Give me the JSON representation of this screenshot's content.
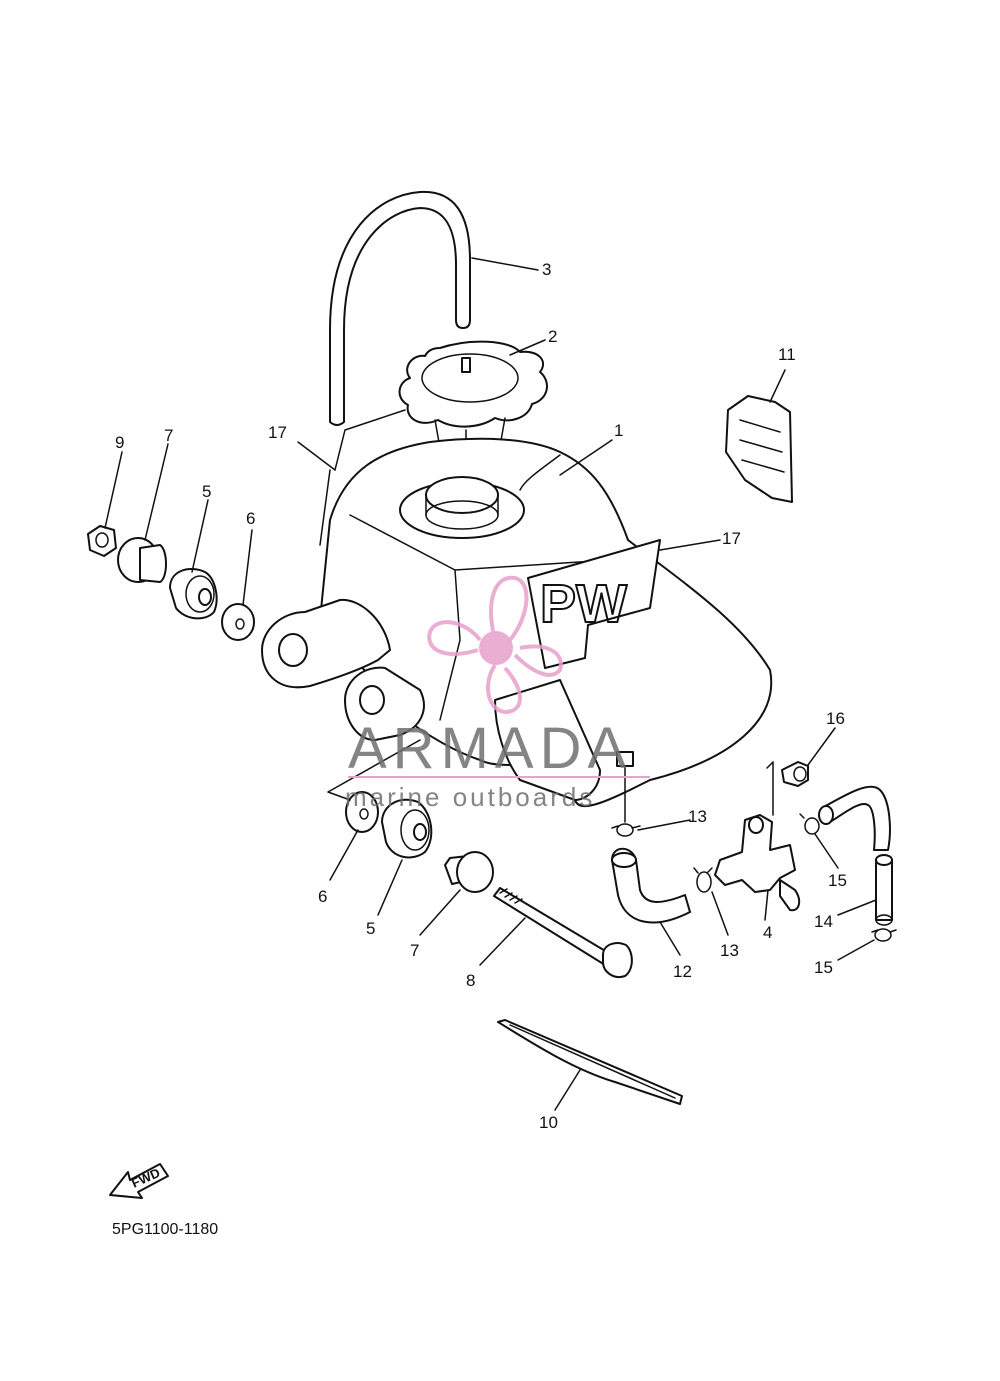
{
  "diagram": {
    "code": "5PG1100-1180",
    "callouts": [
      {
        "id": "c1",
        "text": "1"
      },
      {
        "id": "c2",
        "text": "2"
      },
      {
        "id": "c3",
        "text": "3"
      },
      {
        "id": "c4",
        "text": "4"
      },
      {
        "id": "c5a",
        "text": "5"
      },
      {
        "id": "c5b",
        "text": "5"
      },
      {
        "id": "c6a",
        "text": "6"
      },
      {
        "id": "c6b",
        "text": "6"
      },
      {
        "id": "c7a",
        "text": "7"
      },
      {
        "id": "c7b",
        "text": "7"
      },
      {
        "id": "c8",
        "text": "8"
      },
      {
        "id": "c9",
        "text": "9"
      },
      {
        "id": "c10",
        "text": "10"
      },
      {
        "id": "c11",
        "text": "11"
      },
      {
        "id": "c12",
        "text": "12"
      },
      {
        "id": "c13a",
        "text": "13"
      },
      {
        "id": "c13b",
        "text": "13"
      },
      {
        "id": "c14",
        "text": "14"
      },
      {
        "id": "c15a",
        "text": "15"
      },
      {
        "id": "c15b",
        "text": "15"
      },
      {
        "id": "c16",
        "text": "16"
      },
      {
        "id": "c17a",
        "text": "17"
      },
      {
        "id": "c17b",
        "text": "17"
      }
    ],
    "tank_emblem": "PW",
    "fwd_arrow": "FWD"
  },
  "watermark": {
    "brand": "ARMADA",
    "tagline": "marine outboards",
    "color": "#e8a0cc"
  }
}
